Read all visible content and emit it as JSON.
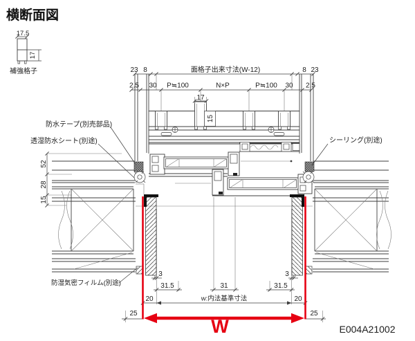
{
  "title": "横断面図",
  "drawing_number": "E004A21002",
  "detail_grille": {
    "width": "17.5",
    "height": "17",
    "label": "補強格子"
  },
  "top": {
    "overall_label": "面格子出来寸法(W-12)",
    "left_outer": "23",
    "left_inner": "8",
    "right_inner": "8",
    "right_outer": "23",
    "pitch_dims": [
      "2.5",
      "30",
      "P≒100",
      "N×P",
      "P≒100",
      "30",
      "2.5"
    ]
  },
  "grille_dims": {
    "bar_width": "17",
    "bar_height": "15"
  },
  "wall_dims": {
    "outer": "52",
    "middle": "28",
    "inner": "15"
  },
  "callouts": {
    "waterproof_tape": "防水テープ(別売部品)",
    "breathable_sheet": "透湿防水シート(別途)",
    "sealing": "シーリング(別途)",
    "moisture_film": "防湿気密フィルム(別途)"
  },
  "bottom": {
    "left_3": "3",
    "left_315": "31.5",
    "center_31": "31",
    "right_3": "3",
    "right_315": "31.5",
    "left_20": "20",
    "right_20": "20",
    "left_25": "25",
    "right_25": "25",
    "w_inner_label": "w:内法基準寸法",
    "w_label": "W"
  },
  "colors": {
    "accent_red": "#e60012",
    "line_dark": "#3d3d3d"
  }
}
